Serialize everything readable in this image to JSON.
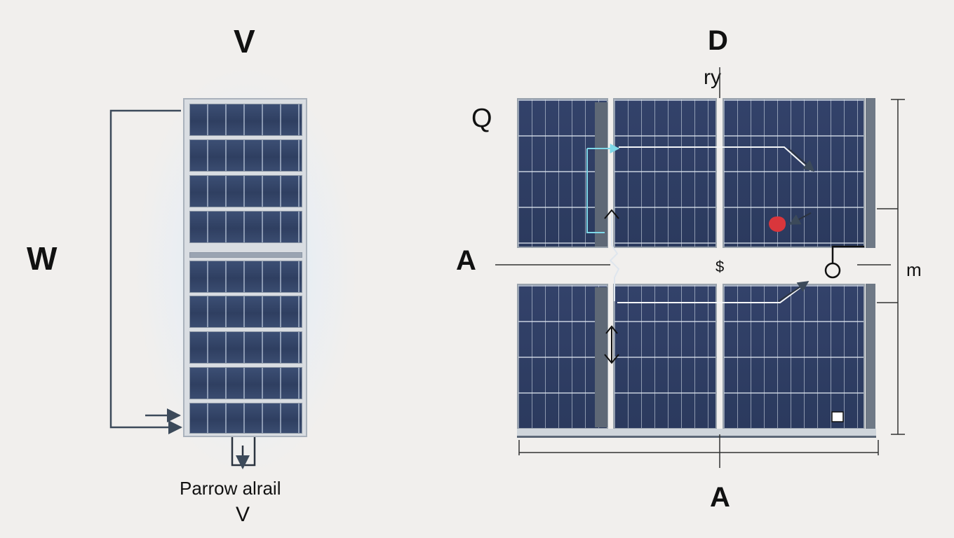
{
  "labels": {
    "left_top": "V",
    "left_side": "W",
    "left_caption_line1": "Parrow alrail",
    "left_caption_line2": "V",
    "right_top": "D",
    "right_top_small": "ry",
    "right_q": "Q",
    "right_a_side": "A",
    "right_a_bottom": "A",
    "right_m": "m",
    "right_mid_symbol": "$"
  },
  "colors": {
    "panel_cell": "#2f3f61",
    "frame": "#d9dde2",
    "arrow": "#3c4a5a",
    "accent_line": "#7fd8e8",
    "marker": "#d9363c"
  },
  "icons": {
    "wire_arrows": "arrow-icon",
    "marker": "red-dot-icon",
    "connector": "ring-connector-icon"
  }
}
